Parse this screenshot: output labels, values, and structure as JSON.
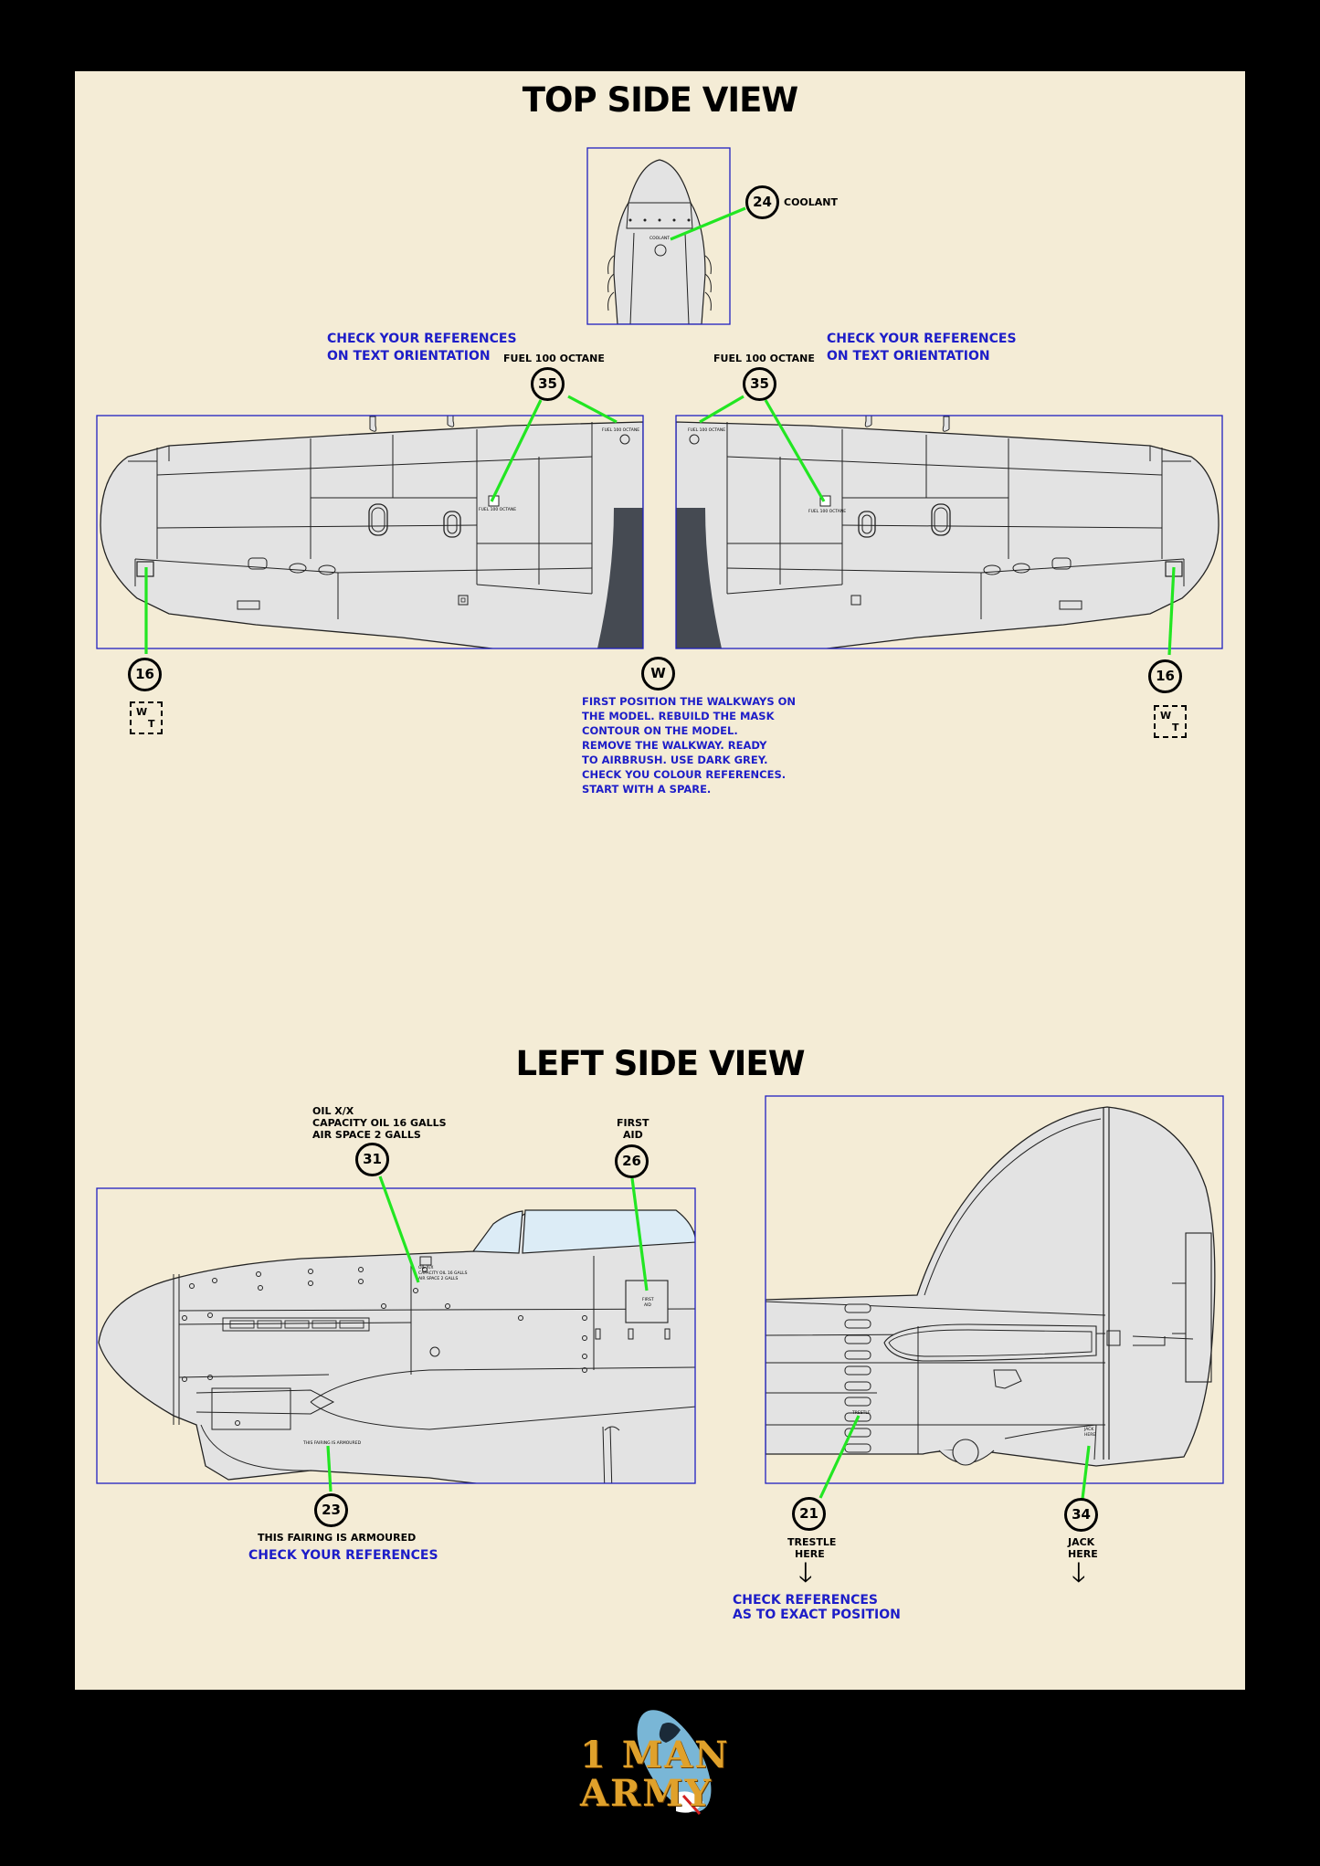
{
  "titles": {
    "top": "TOP SIDE VIEW",
    "left": "LEFT SIDE VIEW"
  },
  "top_view": {
    "coolant": {
      "number": "24",
      "label": "COOLANT",
      "tiny": "COOLANT"
    },
    "check_left": [
      "CHECK YOUR REFERENCES",
      "ON TEXT ORIENTATION"
    ],
    "check_right": [
      "CHECK YOUR REFERENCES",
      "ON TEXT ORIENTATION"
    ],
    "fuel_left": {
      "number": "35",
      "label": "FUEL 100 OCTANE",
      "tiny": "FUEL 100 OCTANE"
    },
    "fuel_right": {
      "number": "35",
      "label": "FUEL 100 OCTANE",
      "tiny": "FUEL 100 OCTANE"
    },
    "wt_left": {
      "number": "16",
      "w": "W",
      "t": "T"
    },
    "wt_right": {
      "number": "16",
      "w": "W",
      "t": "T"
    },
    "walkway": {
      "number": "W",
      "note": [
        "FIRST POSITION THE WALKWAYS ON",
        "THE MODEL. REBUILD THE MASK",
        "CONTOUR ON THE MODEL.",
        "REMOVE THE WALKWAY. READY",
        "TO AIRBRUSH. USE DARK GREY.",
        "CHECK YOU COLOUR REFERENCES.",
        "START WITH A SPARE."
      ]
    }
  },
  "left_view": {
    "oil": {
      "number": "31",
      "label": [
        "OIL  X/X",
        "CAPACITY OIL 16 GALLS",
        "AIR SPACE 2 GALLS"
      ],
      "tiny": [
        "OIL  X/X",
        "CAPACITY OIL 16 GALLS",
        "AIR SPACE 2 GALLS"
      ]
    },
    "first_aid": {
      "number": "26",
      "label": [
        "FIRST",
        "AID"
      ],
      "tiny": [
        "FIRST",
        "AID"
      ]
    },
    "fairing": {
      "number": "23",
      "label": "THIS FAIRING IS ARMOURED",
      "check": "CHECK YOUR REFERENCES",
      "tiny": "THIS FAIRING IS ARMOURED"
    },
    "trestle": {
      "number": "21",
      "label": [
        "TRESTLE",
        "HERE"
      ],
      "tiny": "TRESTLE"
    },
    "jack": {
      "number": "34",
      "label": [
        "JACK",
        "HERE"
      ],
      "tiny": [
        "JACK",
        "HERE"
      ]
    },
    "check_position": [
      "CHECK REFERENCES",
      "AS TO EXACT POSITION"
    ]
  },
  "logo": {
    "line1": "1 MAN",
    "line2": "ARMY"
  },
  "colors": {
    "background": "#000000",
    "sheet": "#f4ecd6",
    "frame": "#2020c0",
    "leader": "#22e622",
    "panel": "#e3e3e3",
    "walkway": "#454a52",
    "note_text": "#1d1dc8"
  }
}
